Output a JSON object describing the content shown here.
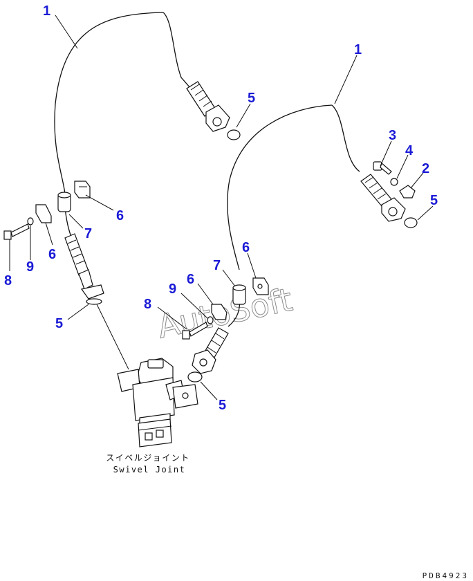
{
  "callouts": [
    {
      "id": "c1a",
      "label": "1"
    },
    {
      "id": "c1b",
      "label": "1"
    },
    {
      "id": "c5a",
      "label": "5"
    },
    {
      "id": "c3",
      "label": "3"
    },
    {
      "id": "c4",
      "label": "4"
    },
    {
      "id": "c2",
      "label": "2"
    },
    {
      "id": "c5b",
      "label": "5"
    },
    {
      "id": "c6a",
      "label": "6"
    },
    {
      "id": "c7a",
      "label": "7"
    },
    {
      "id": "c8a",
      "label": "8"
    },
    {
      "id": "c9a",
      "label": "9"
    },
    {
      "id": "c6b",
      "label": "6"
    },
    {
      "id": "c6c",
      "label": "6"
    },
    {
      "id": "c7b",
      "label": "7"
    },
    {
      "id": "c6d",
      "label": "6"
    },
    {
      "id": "c9b",
      "label": "9"
    },
    {
      "id": "c8b",
      "label": "8"
    },
    {
      "id": "c5c",
      "label": "5"
    },
    {
      "id": "c5d",
      "label": "5"
    }
  ],
  "caption_jp": "スイベルジョイント",
  "caption_en": "Swivel Joint",
  "watermark": "AutoSoft",
  "drawing_code": "PDB4923",
  "callout_color": "#1a1ad6"
}
